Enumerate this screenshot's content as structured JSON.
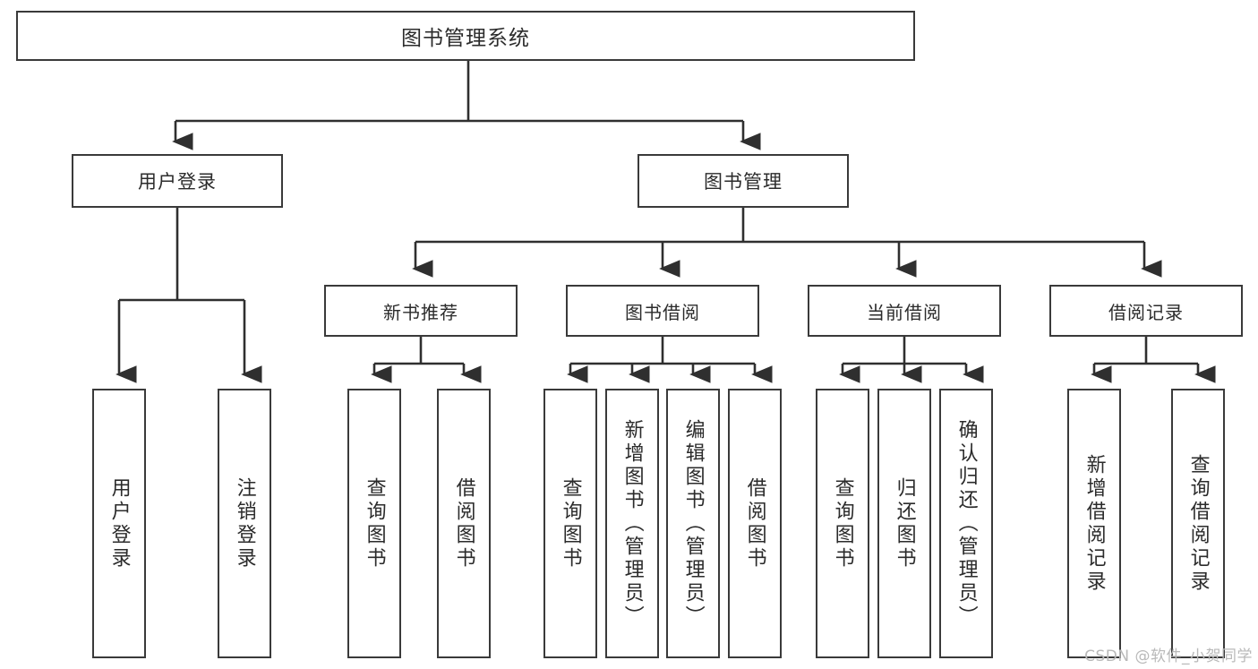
{
  "diagram": {
    "title": "图书管理系统",
    "watermark": "CSDN @软件_小贺同学",
    "colors": {
      "box_border": "#3a3a3a",
      "box_fill": "#ffffff",
      "text": "#2b2b2b",
      "connector": "#2f2f2f",
      "watermark": "#b9b9b9"
    },
    "root": {
      "label": "图书管理系统"
    },
    "level2": [
      {
        "label": "用户登录"
      },
      {
        "label": "图书管理"
      }
    ],
    "level3": [
      {
        "label": "新书推荐"
      },
      {
        "label": "图书借阅"
      },
      {
        "label": "当前借阅"
      },
      {
        "label": "借阅记录"
      }
    ],
    "leaves": {
      "user_login": [
        {
          "label": "用户登录"
        },
        {
          "label": "注销登录"
        }
      ],
      "new_book_recommend": [
        {
          "label": "查询图书"
        },
        {
          "label": "借阅图书"
        }
      ],
      "book_borrow": [
        {
          "label": "查询图书"
        },
        {
          "label": "新增图书（管理员）"
        },
        {
          "label": "编辑图书（管理员）"
        },
        {
          "label": "借阅图书"
        }
      ],
      "current_borrow": [
        {
          "label": "查询图书"
        },
        {
          "label": "归还图书"
        },
        {
          "label": "确认归还（管理员）"
        }
      ],
      "borrow_record": [
        {
          "label": "新增借阅记录"
        },
        {
          "label": "查询借阅记录"
        }
      ]
    }
  }
}
